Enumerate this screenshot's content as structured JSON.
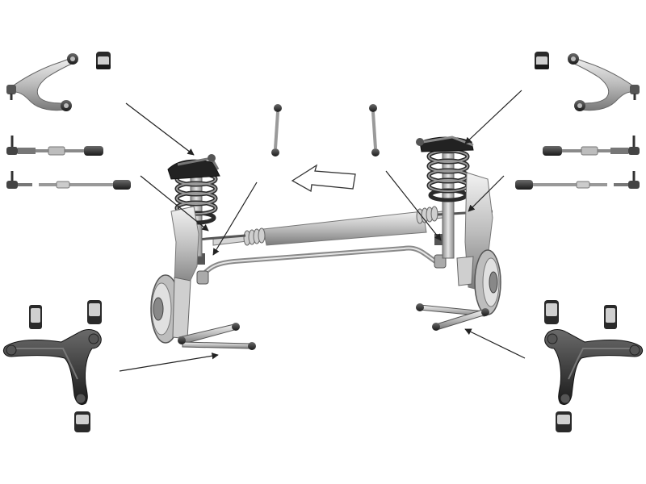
{
  "diagram": {
    "kind": "suspension-kit-exploded-view",
    "colors": {
      "background": "#ffffff",
      "metal_light": "#d9d9d9",
      "metal_mid": "#9c9c9c",
      "metal_dark": "#4a4a4a",
      "rubber": "#1f1f1f",
      "arrow": "#222222"
    },
    "parts": [
      {
        "id": "upper-control-arm-left",
        "icon": "upper-arm-icon"
      },
      {
        "id": "bushing-upper-left",
        "icon": "bushing-icon"
      },
      {
        "id": "tie-rod-outer-left",
        "icon": "tie-rod-icon"
      },
      {
        "id": "tie-rod-inner-left",
        "icon": "tie-rod-icon"
      },
      {
        "id": "stabilizer-link-left",
        "icon": "link-icon"
      },
      {
        "id": "stabilizer-link-right",
        "icon": "link-icon"
      },
      {
        "id": "upper-control-arm-right",
        "icon": "upper-arm-icon"
      },
      {
        "id": "bushing-upper-right",
        "icon": "bushing-icon"
      },
      {
        "id": "tie-rod-outer-right",
        "icon": "tie-rod-icon"
      },
      {
        "id": "tie-rod-inner-right",
        "icon": "tie-rod-icon"
      },
      {
        "id": "lower-control-arm-left",
        "icon": "lower-arm-icon"
      },
      {
        "id": "lower-control-arm-right",
        "icon": "lower-arm-icon"
      },
      {
        "id": "bushings-lower-left",
        "icon": "bushing-icon"
      },
      {
        "id": "bushings-lower-right",
        "icon": "bushing-icon"
      },
      {
        "id": "strut-assembly-left",
        "icon": "coil-spring-icon"
      },
      {
        "id": "strut-assembly-right",
        "icon": "coil-spring-icon"
      },
      {
        "id": "steering-rack",
        "icon": "steering-rack-icon"
      },
      {
        "id": "stabilizer-bar",
        "icon": "stabilizer-bar-icon"
      },
      {
        "id": "brake-disc-left",
        "icon": "brake-disc-icon"
      },
      {
        "id": "brake-disc-right",
        "icon": "brake-disc-icon"
      },
      {
        "id": "direction-arrow",
        "icon": "forward-arrow-icon"
      }
    ]
  }
}
